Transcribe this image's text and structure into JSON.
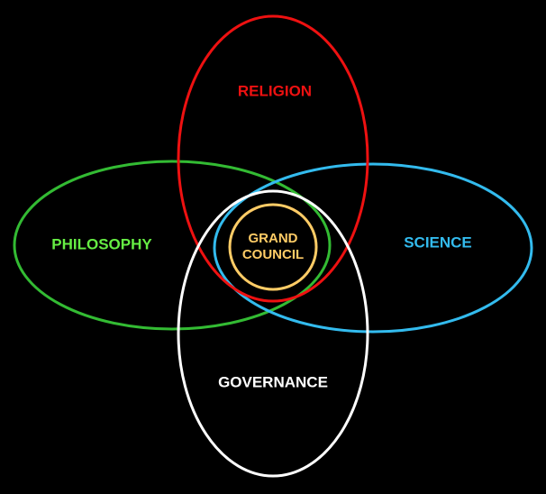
{
  "sets": {
    "religion": {
      "label": "RELIGION",
      "color": "#ee1111"
    },
    "philosophy": {
      "label": "PHILOSOPHY",
      "color": "#33bb33",
      "label_color": "#66ee44"
    },
    "science": {
      "label": "SCIENCE",
      "color": "#33bbee"
    },
    "governance": {
      "label": "GOVERNANCE",
      "color": "#ffffff"
    }
  },
  "center": {
    "label_line1": "GRAND",
    "label_line2": "COUNCIL",
    "color": "#ffcc66"
  }
}
